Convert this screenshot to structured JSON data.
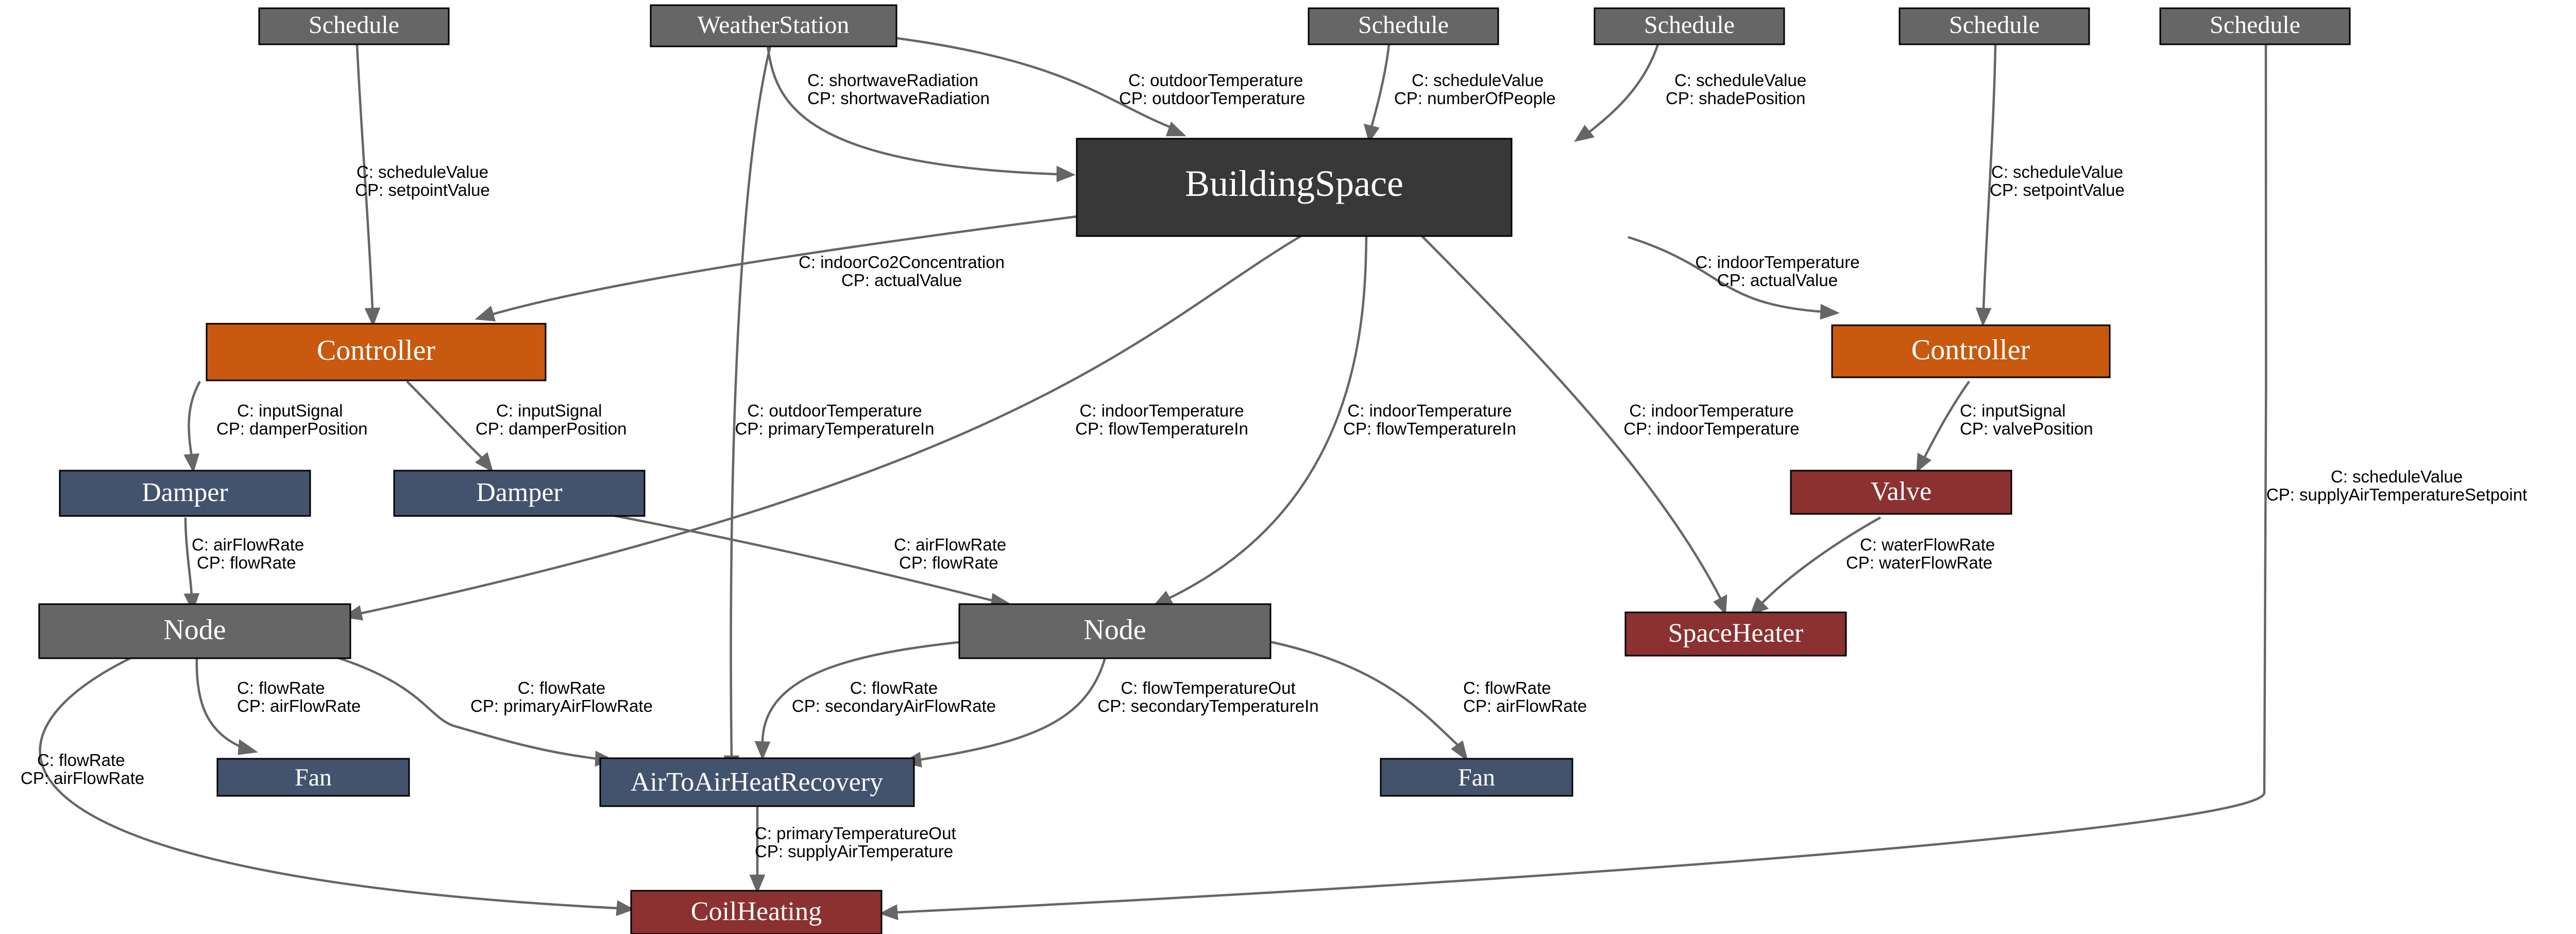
{
  "diagram": {
    "colors": {
      "gray": "#666666",
      "dark": "#383838",
      "orange": "#c8590f",
      "blue": "#43536e",
      "red": "#8b3131",
      "edge": "#666666"
    },
    "nodes": {
      "schedule_1": "Schedule",
      "weather_station": "WeatherStation",
      "schedule_2": "Schedule",
      "schedule_3": "Schedule",
      "schedule_4": "Schedule",
      "schedule_5": "Schedule",
      "building_space": "BuildingSpace",
      "controller_left": "Controller",
      "controller_right": "Controller",
      "damper_1": "Damper",
      "damper_2": "Damper",
      "valve": "Valve",
      "node_left": "Node",
      "node_right": "Node",
      "space_heater": "SpaceHeater",
      "fan_1": "Fan",
      "heat_recovery": "AirToAirHeatRecovery",
      "fan_2": "Fan",
      "coil_heating": "CoilHeating"
    },
    "edges": [
      {
        "from": "Schedule",
        "to": "Controller",
        "c": "C: scheduleValue",
        "cp": "CP: setpointValue"
      },
      {
        "from": "WeatherStation",
        "to": "BuildingSpace",
        "c": "C: shortwaveRadiation",
        "cp": "CP: shortwaveRadiation"
      },
      {
        "from": "WeatherStation",
        "to": "BuildingSpace",
        "c": "C: outdoorTemperature",
        "cp": "CP: outdoorTemperature"
      },
      {
        "from": "Schedule",
        "to": "BuildingSpace",
        "c": "C: scheduleValue",
        "cp": "CP: numberOfPeople"
      },
      {
        "from": "Schedule",
        "to": "BuildingSpace",
        "c": "C: scheduleValue",
        "cp": "CP: shadePosition"
      },
      {
        "from": "Schedule",
        "to": "Controller",
        "c": "C: scheduleValue",
        "cp": "CP: setpointValue"
      },
      {
        "from": "BuildingSpace",
        "to": "Controller",
        "c": "C: indoorCo2Concentration",
        "cp": "CP: actualValue"
      },
      {
        "from": "BuildingSpace",
        "to": "Controller",
        "c": "C: indoorTemperature",
        "cp": "CP: actualValue"
      },
      {
        "from": "Controller",
        "to": "Damper",
        "c": "C: inputSignal",
        "cp": "CP: damperPosition"
      },
      {
        "from": "Controller",
        "to": "Damper",
        "c": "C: inputSignal",
        "cp": "CP: damperPosition"
      },
      {
        "from": "WeatherStation",
        "to": "AirToAirHeatRecovery",
        "c": "C: outdoorTemperature",
        "cp": "CP: primaryTemperatureIn"
      },
      {
        "from": "BuildingSpace",
        "to": "Node",
        "c": "C: indoorTemperature",
        "cp": "CP: flowTemperatureIn"
      },
      {
        "from": "BuildingSpace",
        "to": "Node",
        "c": "C: indoorTemperature",
        "cp": "CP: flowTemperatureIn"
      },
      {
        "from": "BuildingSpace",
        "to": "SpaceHeater",
        "c": "C: indoorTemperature",
        "cp": "CP: indoorTemperature"
      },
      {
        "from": "Controller",
        "to": "Valve",
        "c": "C: inputSignal",
        "cp": "CP: valvePosition"
      },
      {
        "from": "Schedule",
        "to": "CoilHeating",
        "c": "C: scheduleValue",
        "cp": "CP: supplyAirTemperatureSetpoint"
      },
      {
        "from": "Damper",
        "to": "Node",
        "c": "C: airFlowRate",
        "cp": "CP: flowRate"
      },
      {
        "from": "Damper",
        "to": "Node",
        "c": "C: airFlowRate",
        "cp": "CP: flowRate"
      },
      {
        "from": "Valve",
        "to": "SpaceHeater",
        "c": "C: waterFlowRate",
        "cp": "CP: waterFlowRate"
      },
      {
        "from": "Node",
        "to": "Fan",
        "c": "C: flowRate",
        "cp": "CP: airFlowRate"
      },
      {
        "from": "Node",
        "to": "AirToAirHeatRecovery",
        "c": "C: flowRate",
        "cp": "CP: primaryAirFlowRate"
      },
      {
        "from": "Node",
        "to": "CoilHeating",
        "c": "C: flowRate",
        "cp": "CP: airFlowRate"
      },
      {
        "from": "Node",
        "to": "AirToAirHeatRecovery",
        "c": "C: flowRate",
        "cp": "CP: secondaryAirFlowRate"
      },
      {
        "from": "Node",
        "to": "AirToAirHeatRecovery",
        "c": "C: flowTemperatureOut",
        "cp": "CP: secondaryTemperatureIn"
      },
      {
        "from": "Node",
        "to": "Fan",
        "c": "C: flowRate",
        "cp": "CP: airFlowRate"
      },
      {
        "from": "AirToAirHeatRecovery",
        "to": "CoilHeating",
        "c": "C: primaryTemperatureOut",
        "cp": "CP: supplyAirTemperature"
      }
    ]
  }
}
